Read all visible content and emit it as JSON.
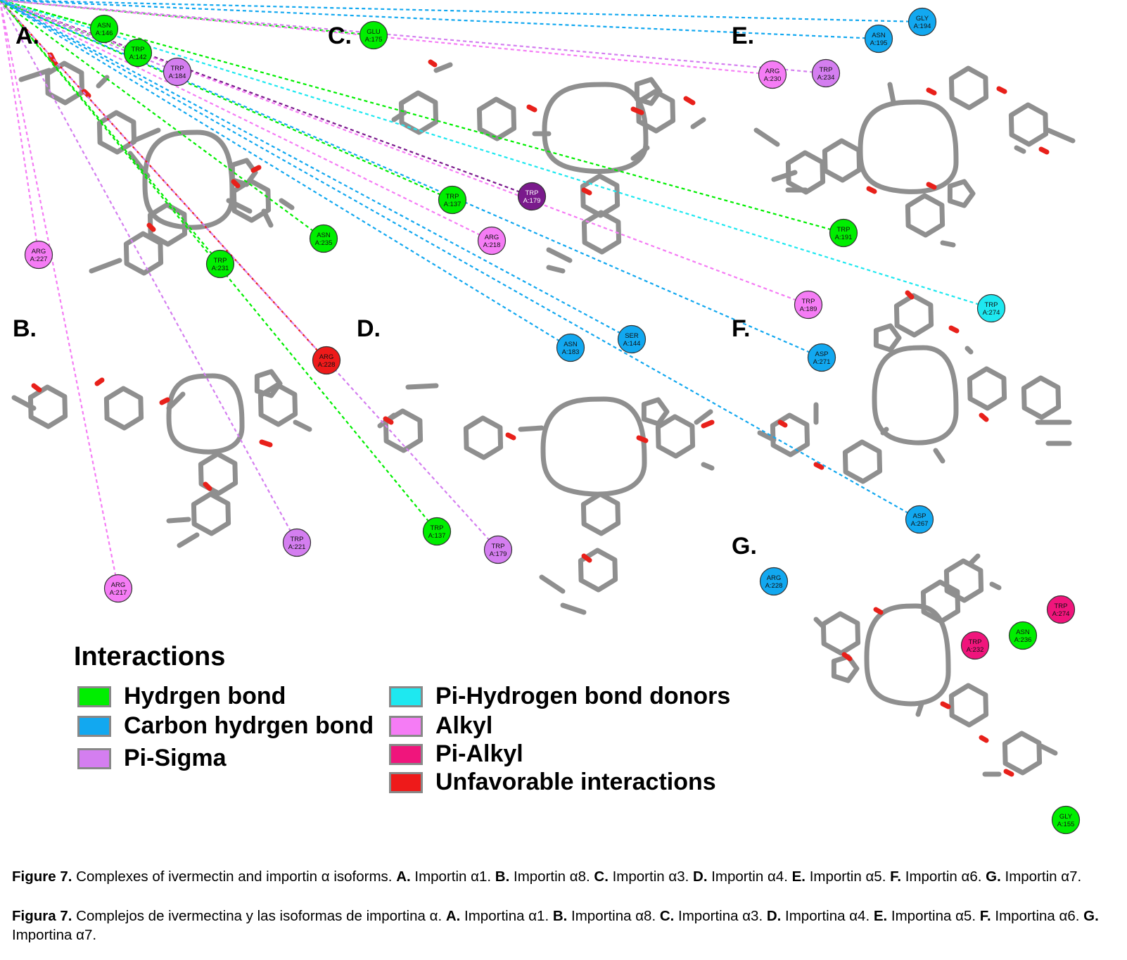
{
  "colors": {
    "hydrogen_bond": "#00ee00",
    "carbon_hydrogen_bond": "#12a8f0",
    "pi_sigma": "#d47ef0",
    "pi_hydrogen_bond_donors": "#1ee8f0",
    "alkyl": "#f57cf5",
    "pi_alkyl": "#f0157c",
    "unfavorable": "#ee1a1a",
    "pi_sigma_dark": "#7a1a8c",
    "stick": "#8f8f8f",
    "oxygen": "#e8201a"
  },
  "panels": [
    {
      "letter": "A.",
      "residues": [
        {
          "name": "ASN",
          "id": "A:146",
          "type": "hydrogen_bond"
        },
        {
          "name": "TRP",
          "id": "A:142",
          "type": "hydrogen_bond"
        },
        {
          "name": "TRP",
          "id": "A:184",
          "type": "pi_sigma"
        },
        {
          "name": "ASN",
          "id": "A:235",
          "type": "hydrogen_bond"
        },
        {
          "name": "ARG",
          "id": "A:227",
          "type": "alkyl"
        },
        {
          "name": "TRP",
          "id": "A:231",
          "type": "hydrogen_bond"
        }
      ]
    },
    {
      "letter": "B.",
      "residues": [
        {
          "name": "ARG",
          "id": "A:228",
          "type": "unfavorable"
        },
        {
          "name": "TRP",
          "id": "A:221",
          "type": "pi_sigma"
        },
        {
          "name": "ARG",
          "id": "A:217",
          "type": "alkyl"
        }
      ]
    },
    {
      "letter": "C.",
      "residues": [
        {
          "name": "GLU",
          "id": "A:175",
          "type": "hydrogen_bond"
        },
        {
          "name": "TRP",
          "id": "A:137",
          "type": "hydrogen_bond"
        },
        {
          "name": "TRP",
          "id": "A:179",
          "type": "pi_sigma_dark"
        },
        {
          "name": "ARG",
          "id": "A:218",
          "type": "alkyl"
        }
      ]
    },
    {
      "letter": "D.",
      "residues": [
        {
          "name": "ASN",
          "id": "A:183",
          "type": "carbon_hydrogen_bond"
        },
        {
          "name": "SER",
          "id": "A:144",
          "type": "carbon_hydrogen_bond"
        },
        {
          "name": "TRP",
          "id": "A:137",
          "type": "hydrogen_bond"
        },
        {
          "name": "TRP",
          "id": "A:179",
          "type": "pi_sigma"
        }
      ]
    },
    {
      "letter": "E.",
      "residues": [
        {
          "name": "GLY",
          "id": "A:194",
          "type": "carbon_hydrogen_bond"
        },
        {
          "name": "ASN",
          "id": "A:195",
          "type": "carbon_hydrogen_bond"
        },
        {
          "name": "ARG",
          "id": "A:230",
          "type": "alkyl"
        },
        {
          "name": "TRP",
          "id": "A:234",
          "type": "pi_sigma"
        },
        {
          "name": "TRP",
          "id": "A:191",
          "type": "hydrogen_bond"
        }
      ]
    },
    {
      "letter": "F.",
      "residues": [
        {
          "name": "TRP",
          "id": "A:189",
          "type": "alkyl"
        },
        {
          "name": "TRP",
          "id": "A:274",
          "type": "pi_hydrogen_bond_donors"
        },
        {
          "name": "ASP",
          "id": "A:271",
          "type": "carbon_hydrogen_bond"
        },
        {
          "name": "ASP",
          "id": "A:267",
          "type": "carbon_hydrogen_bond"
        }
      ]
    },
    {
      "letter": "G.",
      "residues": [
        {
          "name": "ARG",
          "id": "A:228",
          "type": "carbon_hydrogen_bond"
        },
        {
          "name": "TRP",
          "id": "A:274",
          "type": "pi_alkyl"
        },
        {
          "name": "TRP",
          "id": "A:232",
          "type": "pi_alkyl"
        },
        {
          "name": "ASN",
          "id": "A:236",
          "type": "hydrogen_bond"
        },
        {
          "name": "GLY",
          "id": "A:155",
          "type": "hydrogen_bond"
        }
      ]
    }
  ],
  "legend": {
    "title": "Interactions",
    "items": [
      {
        "label": "Hydrgen bond",
        "type": "hydrogen_bond"
      },
      {
        "label": "Carbon hydrgen bond",
        "type": "carbon_hydrogen_bond"
      },
      {
        "label": "Pi-Sigma",
        "type": "pi_sigma"
      },
      {
        "label": "Pi-Hydrogen bond donors",
        "type": "pi_hydrogen_bond_donors"
      },
      {
        "label": "Alkyl",
        "type": "alkyl"
      },
      {
        "label": "Pi-Alkyl",
        "type": "pi_alkyl"
      },
      {
        "label": "Unfavorable interactions",
        "type": "unfavorable"
      }
    ]
  },
  "caption": {
    "en": {
      "label": "Figure 7.",
      "text": "Complexes of ivermectin and importin α isoforms.",
      "parts": [
        {
          "key": "A.",
          "text": "Importin α1."
        },
        {
          "key": "B.",
          "text": "Importin α8."
        },
        {
          "key": "C.",
          "text": "Importin α3."
        },
        {
          "key": "D.",
          "text": "Importin α4."
        },
        {
          "key": "E.",
          "text": "Importin α5."
        },
        {
          "key": "F.",
          "text": "Importin α6."
        },
        {
          "key": "G.",
          "text": "Importin α7."
        }
      ]
    },
    "es": {
      "label": "Figura 7.",
      "text": "Complejos de ivermectina y las isoformas de importina α.",
      "parts": [
        {
          "key": "A.",
          "text": "Importina α1."
        },
        {
          "key": "B.",
          "text": "Importina α8."
        },
        {
          "key": "C.",
          "text": "Importina α3."
        },
        {
          "key": "D.",
          "text": "Importina α4."
        },
        {
          "key": "E.",
          "text": "Importina α5."
        },
        {
          "key": "F.",
          "text": "Importina α6."
        },
        {
          "key": "G.",
          "text": "Importina α7."
        }
      ]
    }
  }
}
